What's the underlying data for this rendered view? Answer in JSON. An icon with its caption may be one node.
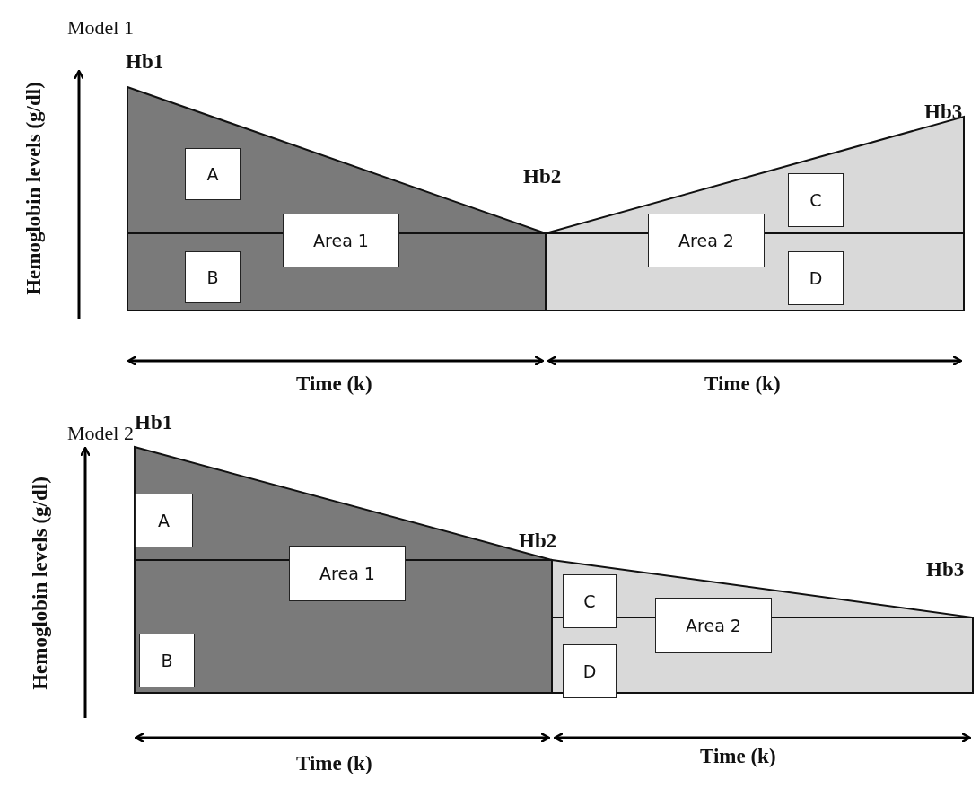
{
  "diagram": {
    "nodes": [
      {
        "text": [
          "A"
        ]
      },
      {
        "text": [
          "B"
        ]
      },
      {
        "text": [
          "Area 1"
        ]
      },
      {
        "text": [
          "C"
        ]
      },
      {
        "text": [
          "D"
        ]
      },
      {
        "text": [
          "Area 2"
        ]
      },
      {
        "text": [
          "A"
        ]
      },
      {
        "text": [
          "Area 1"
        ]
      },
      {
        "text": [
          "C"
        ]
      },
      {
        "text": [
          "Area 2"
        ]
      },
      {
        "text": [
          "B"
        ]
      },
      {
        "text": [
          "D"
        ]
      }
    ],
    "labels": [
      "Model 1",
      "Hb1",
      "Hemoglobin levels (g/dl)",
      "Hb3",
      "Hb2",
      "Time (k)",
      "Time (k)",
      "Model 2",
      "Hb1",
      "Hemoglobin levels (g/dl)",
      "Hb2",
      "Hb3",
      "Time (k)",
      "Time (k)"
    ]
  }
}
